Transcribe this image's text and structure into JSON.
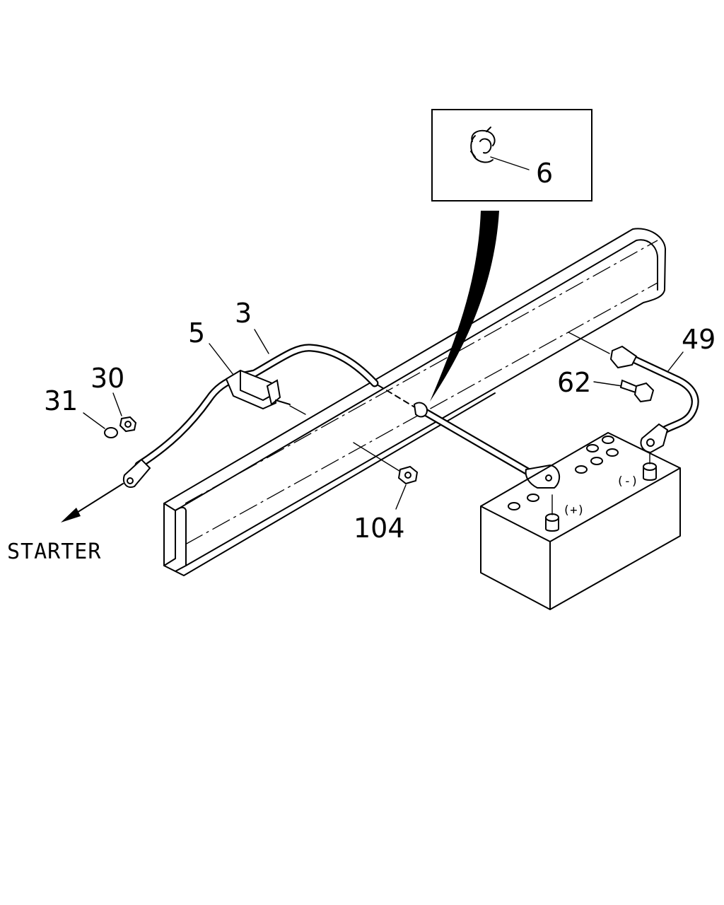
{
  "callouts": {
    "c3": "3",
    "c5": "5",
    "c6": "6",
    "c30": "30",
    "c31": "31",
    "c49": "49",
    "c62": "62",
    "c104": "104"
  },
  "labels": {
    "starter": "STARTER",
    "positive": "(+)",
    "negative": "(-)"
  }
}
